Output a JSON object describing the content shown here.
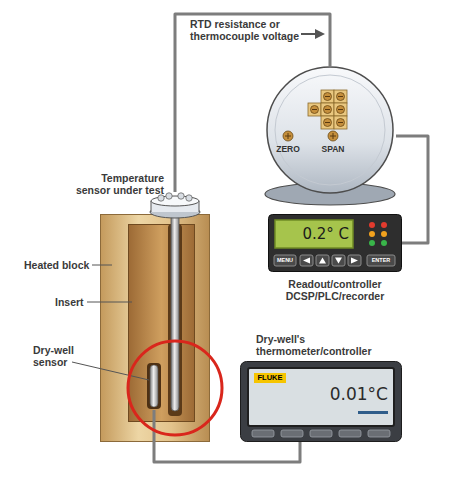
{
  "diagram": {
    "nodes": [
      {
        "text": [
          "ZERO",
          "SPAN"
        ]
      },
      {
        "text": [
          "Temperature sensor under test"
        ]
      },
      {
        "text": [
          "0.2° C",
          "MENU",
          "ENTER",
          "Readout/controller DCSP/PLC/recorder"
        ]
      },
      {
        "text": [
          "Heated block"
        ]
      },
      {
        "text": [
          "Insert"
        ],
        "in": 3
      },
      {
        "text": [
          "Dry-well sensor"
        ],
        "in": 3
      },
      {
        "text": [
          "Dry-well's thermometer/controller",
          "FLUKE",
          "0.01°C"
        ]
      }
    ],
    "edges": [
      {
        "from": 1,
        "to": 0,
        "arrow": "none",
        "label": "RTD resistance or thermocouple voltage"
      },
      {
        "from": 0,
        "to": 2,
        "arrow": "none"
      },
      {
        "from": 5,
        "to": 6,
        "arrow": "none"
      }
    ]
  }
}
